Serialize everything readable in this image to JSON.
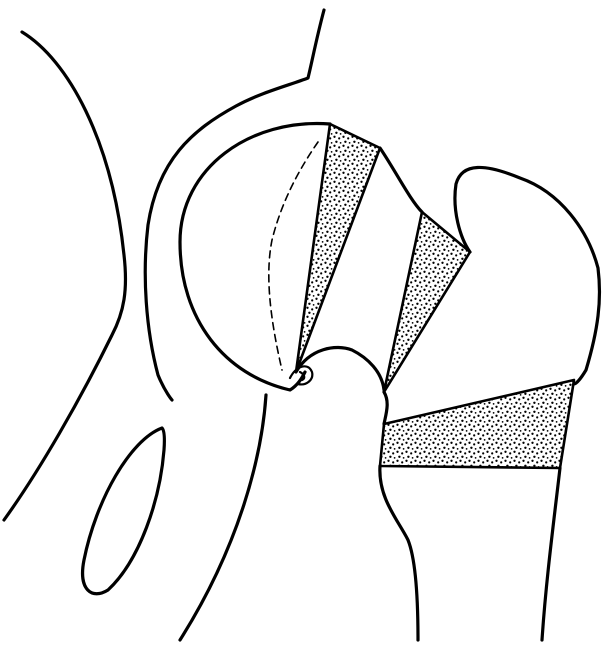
{
  "figure": {
    "background_color": "#ffffff",
    "line_color": "#000000",
    "stipple_color": "#000000",
    "parts": [
      {
        "id": "ilium-outer-contour"
      },
      {
        "id": "acetabulum-outline"
      },
      {
        "id": "ischium-outline"
      },
      {
        "id": "obturator-foramen"
      },
      {
        "id": "femoral-head"
      },
      {
        "id": "femoral-neck"
      },
      {
        "id": "greater-trochanter"
      },
      {
        "id": "lesser-trochanter"
      },
      {
        "id": "femoral-shaft"
      },
      {
        "id": "head-osteotomy-wedge"
      },
      {
        "id": "neck-osteotomy-wedge"
      },
      {
        "id": "intertrochanteric-osteotomy-wedge"
      },
      {
        "id": "fovea-capitis"
      },
      {
        "id": "dashed-resection-line"
      }
    ]
  }
}
